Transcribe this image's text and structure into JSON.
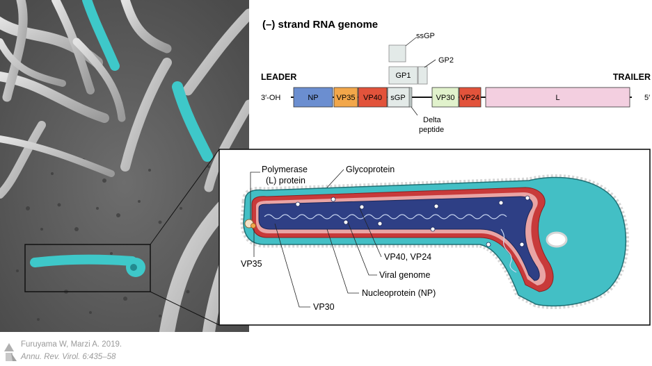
{
  "genome": {
    "title": "(–) strand RNA genome",
    "leader": "LEADER",
    "trailer": "TRAILER",
    "end3": "3′-OH",
    "end5": "5′",
    "genes": {
      "np": "NP",
      "vp35": "VP35",
      "vp40": "VP40",
      "sgp": "sGP",
      "vp30": "VP30",
      "vp24": "VP24",
      "l": "L"
    },
    "gp1": "GP1",
    "ssgp": "ssGP",
    "gp2": "GP2",
    "delta_line1": "Delta",
    "delta_line2": "peptide"
  },
  "virion": {
    "polymerase_line1": "Polymerase",
    "polymerase_line2": "(L) protein",
    "glycoprotein": "Glycoprotein",
    "vp35": "VP35",
    "vp40_vp24": "VP40, VP24",
    "viral_genome": "Viral genome",
    "nucleoprotein": "Nucleoprotein (NP)",
    "vp30": "VP30"
  },
  "colors": {
    "np": "#6b8ed0",
    "vp35": "#f2a74a",
    "vp40": "#e2533b",
    "sgp": "#e3eae8",
    "vp30": "#e1f2cc",
    "vp24": "#e2533b",
    "l": "#f3cfe0",
    "teal": "#43bfc5",
    "navy": "#2e3f85",
    "membrane": "#c83a3a"
  },
  "credit": {
    "line1": "Furuyama W, Marzi A. 2019.",
    "line2": "Annu. Rev. Virol. 6:435–58"
  }
}
